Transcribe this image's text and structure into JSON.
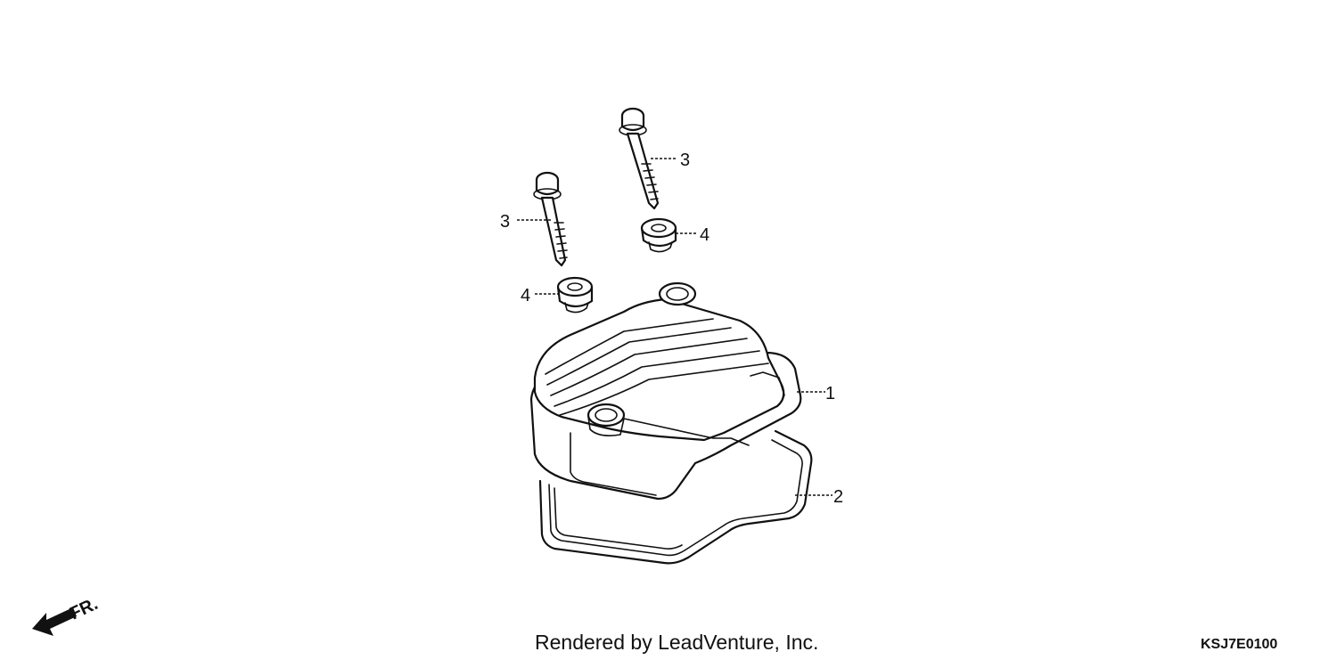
{
  "diagram": {
    "callouts": [
      {
        "id": "1",
        "label": "1"
      },
      {
        "id": "2",
        "label": "2"
      },
      {
        "id": "3a",
        "label": "3"
      },
      {
        "id": "3b",
        "label": "3"
      },
      {
        "id": "4a",
        "label": "4"
      },
      {
        "id": "4b",
        "label": "4"
      }
    ],
    "direction_label": "FR.",
    "credit": "Rendered by LeadVenture, Inc.",
    "diagram_code": "KSJ7E0100"
  }
}
